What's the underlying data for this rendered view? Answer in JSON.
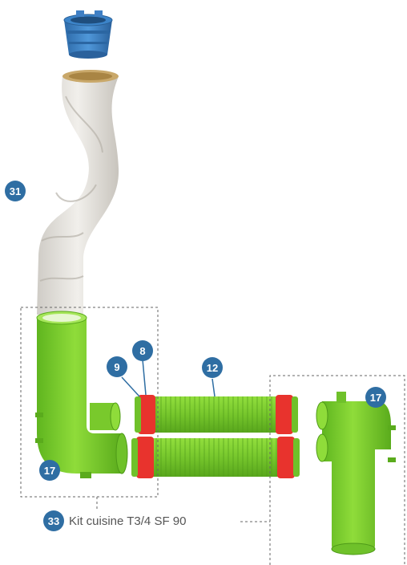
{
  "callouts": {
    "c31": "31",
    "c8": "8",
    "c9": "9",
    "c12": "12",
    "c17_left": "17",
    "c17_right": "17",
    "c33": "33"
  },
  "caption": "Kit cuisine T3/4 SF 90",
  "colors": {
    "callout": "#2f6ea3",
    "green_duct": "#7ccd2e",
    "red_ring": "#e8332d",
    "blue_collar": "#3f7fc4",
    "insulated_sleeve": "#e3e1dc"
  }
}
